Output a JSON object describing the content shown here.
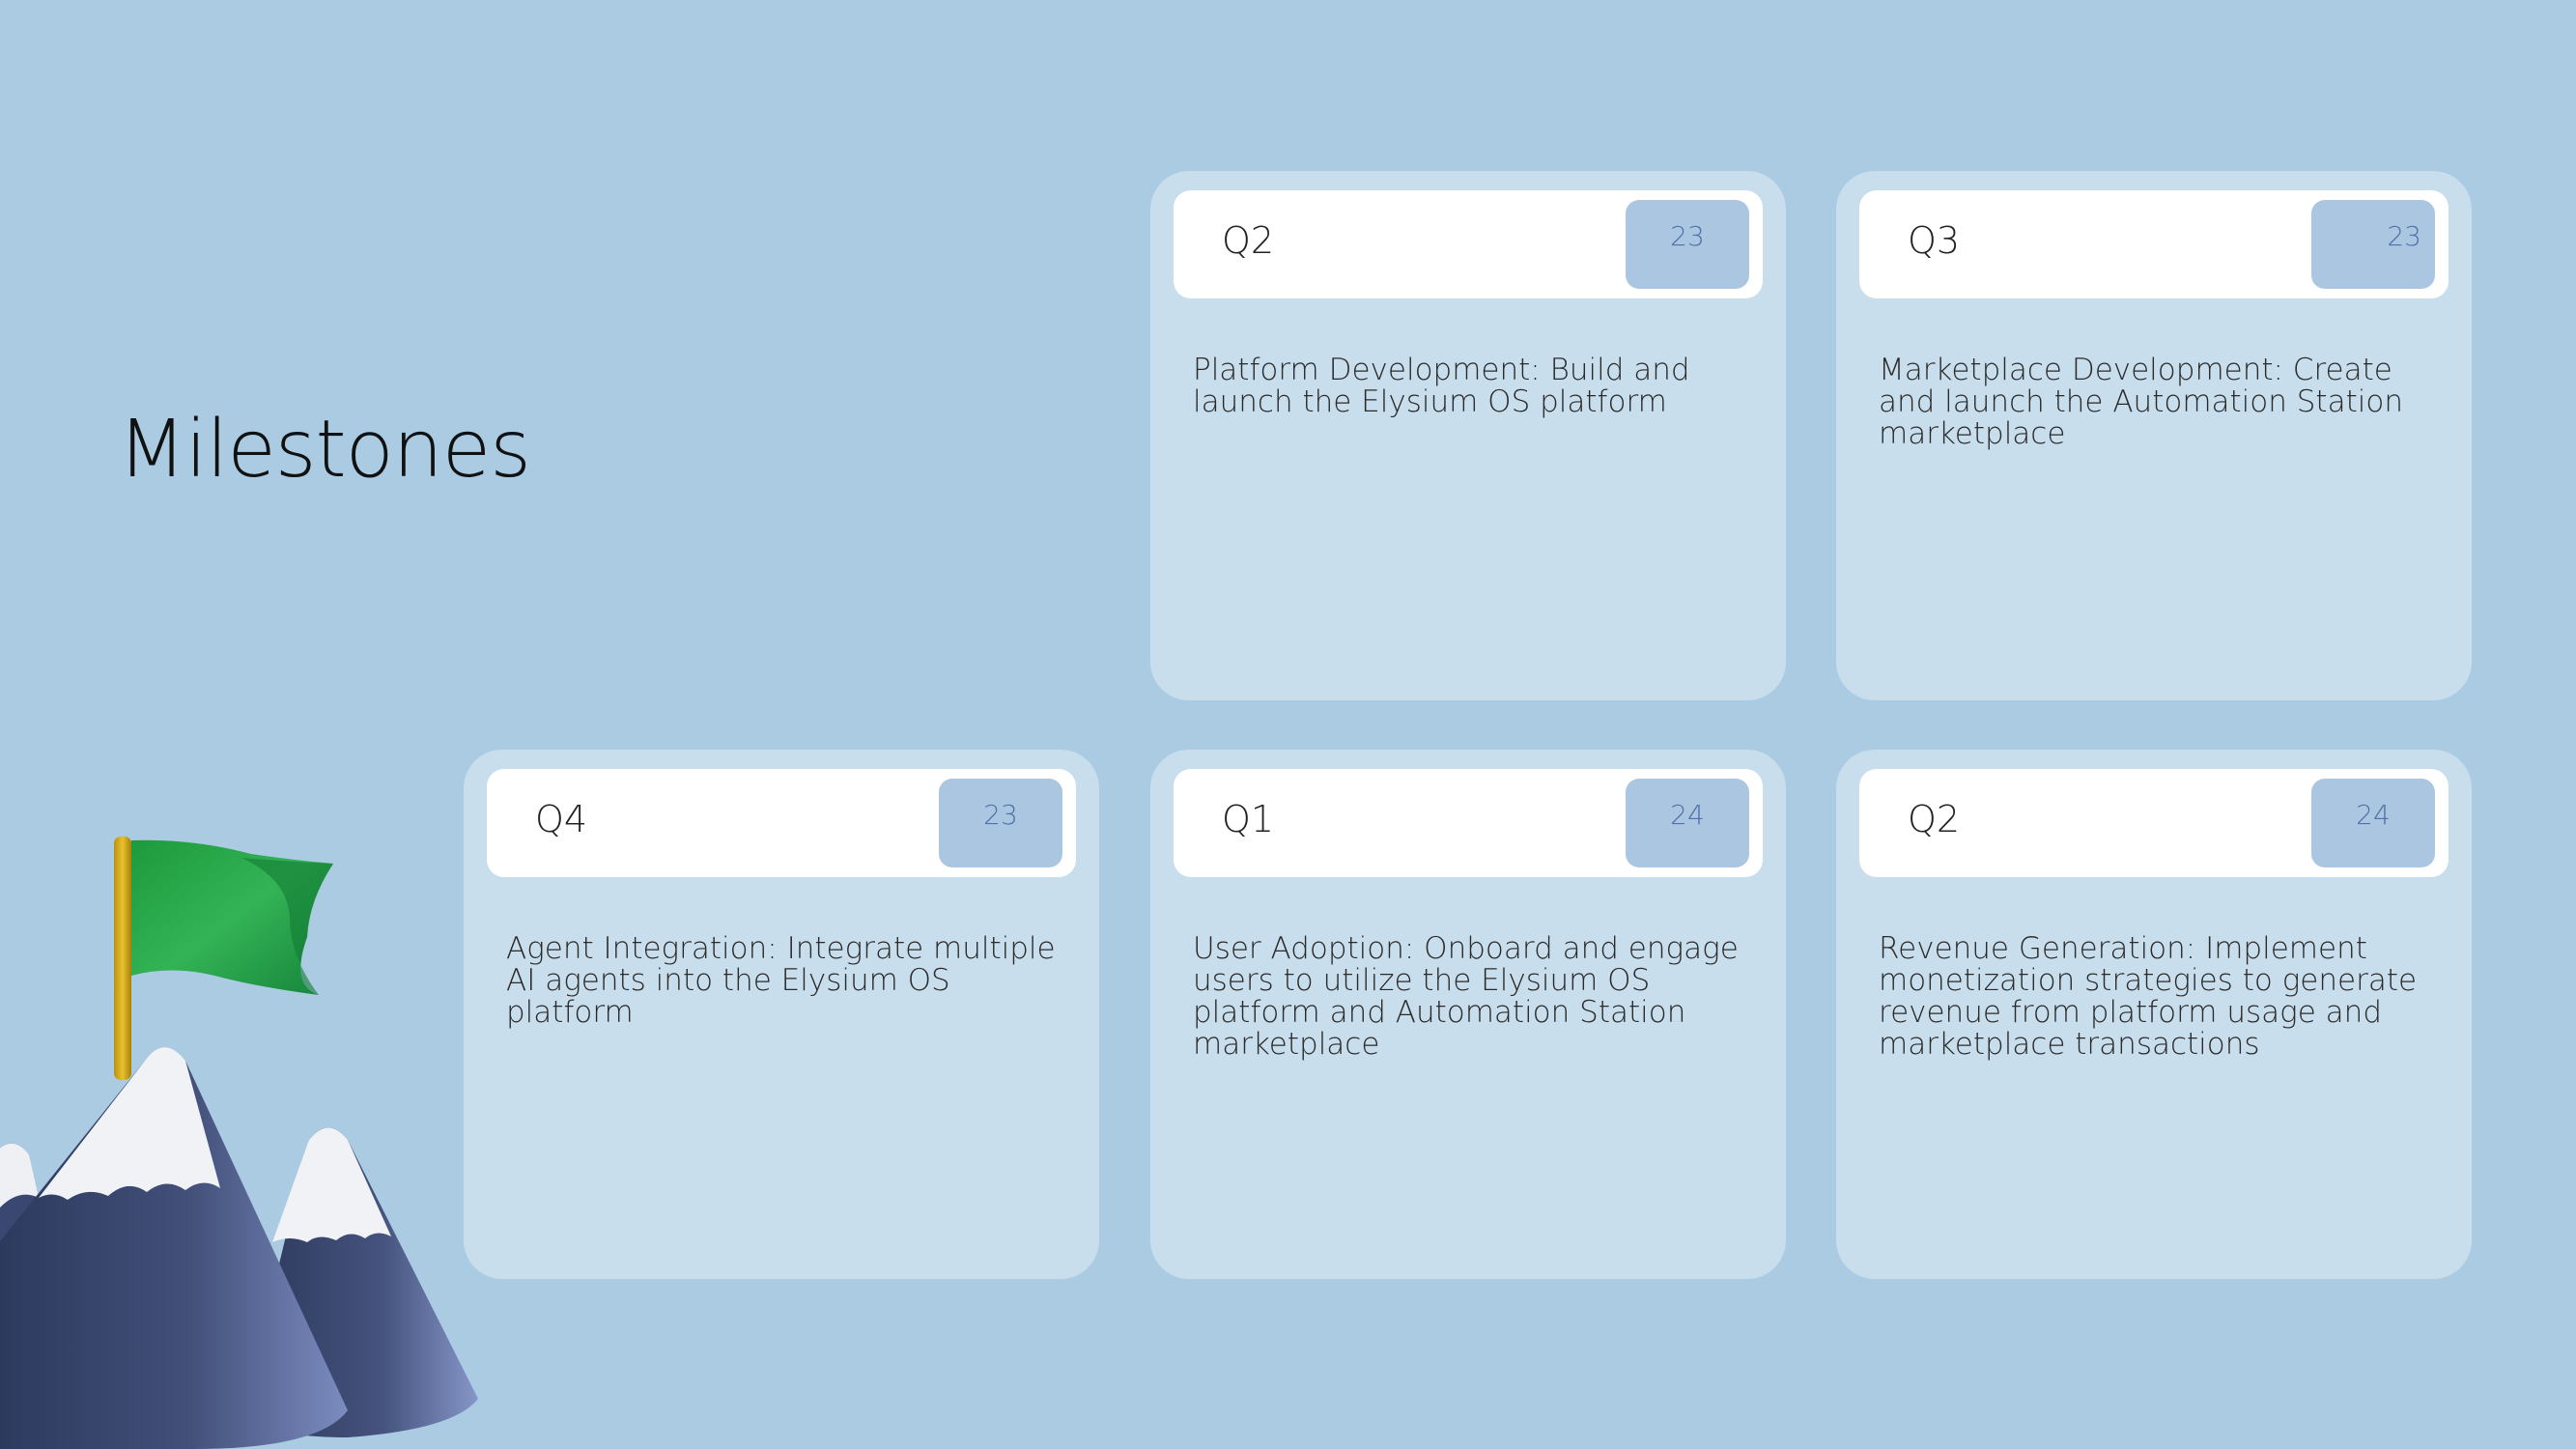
{
  "slide": {
    "title": "Milestones",
    "milestones": [
      {
        "quarter": "Q2",
        "year": "23",
        "description": "Platform Development: Build and launch the Elysium OS platform"
      },
      {
        "quarter": "Q3",
        "year": "23",
        "description": "Marketplace Development: Create and launch the Automation Station marketplace"
      },
      {
        "quarter": "Q4",
        "year": "23",
        "description": "Agent Integration: Integrate multiple AI agents into the Elysium OS platform"
      },
      {
        "quarter": "Q1",
        "year": "24",
        "description": "User Adoption: Onboard and engage users to utilize the Elysium OS platform and Automation Station marketplace"
      },
      {
        "quarter": "Q2",
        "year": "24",
        "description": "Revenue Generation: Implement monetization strategies to generate revenue from platform usage and marketplace transactions"
      }
    ]
  },
  "colors": {
    "background": "#abcbe3",
    "card": "#c8deec",
    "badge": "#abc6e0",
    "badge_text": "#4f72a8",
    "flag": "#22a546"
  },
  "illustration": {
    "icon": "mountain-flag-icon"
  }
}
